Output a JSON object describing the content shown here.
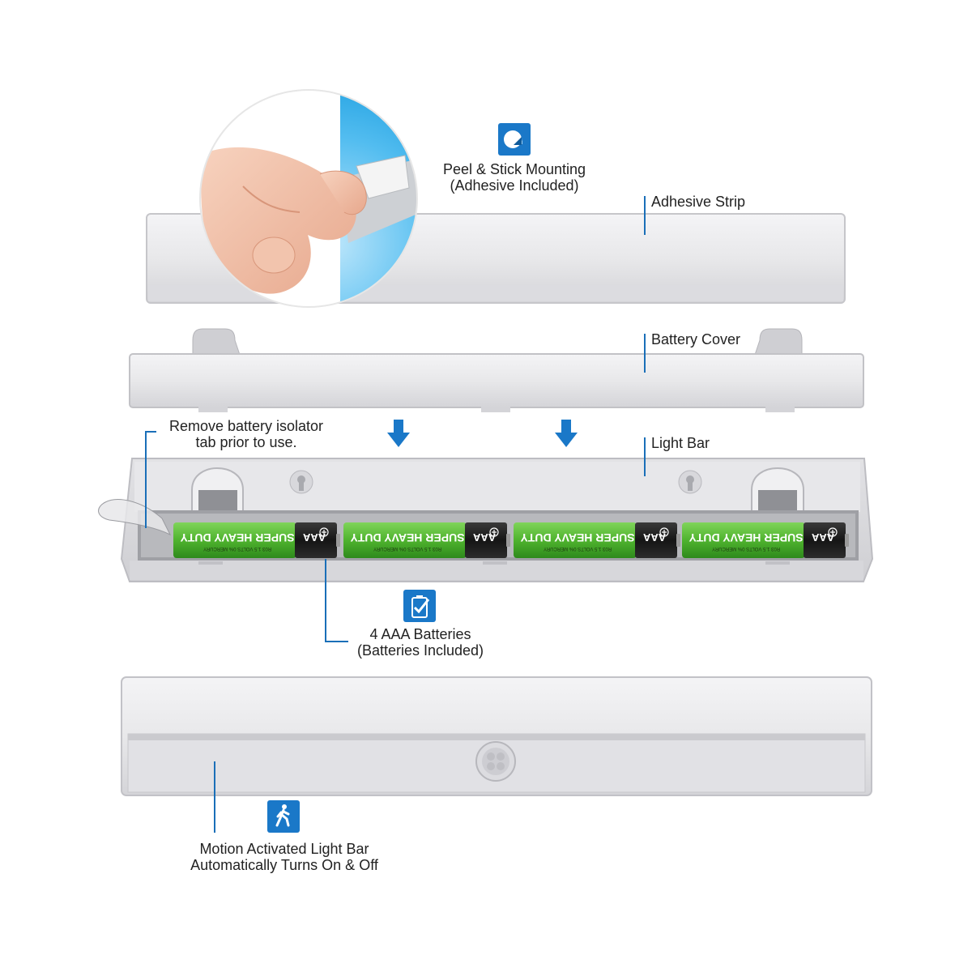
{
  "colors": {
    "accent": "#1a78c8",
    "battery_green": "#5bbf3a",
    "battery_black": "#1e1e1e",
    "housing": "#e6e6e8",
    "leader_line": "#1a6fb8"
  },
  "callouts": {
    "peel_stick": {
      "line1": "Peel & Stick Mounting",
      "line2": "(Adhesive Included)",
      "icon": "peel-sticker-icon"
    },
    "adhesive_strip": {
      "label": "Adhesive Strip"
    },
    "battery_cover": {
      "label": "Battery Cover"
    },
    "isolator_tab": {
      "line1": "Remove battery isolator",
      "line2": "tab prior to use."
    },
    "light_bar": {
      "label": "Light Bar"
    },
    "batteries": {
      "line1": "4 AAA Batteries",
      "line2": "(Batteries Included)",
      "icon": "battery-check-icon"
    },
    "motion": {
      "line1": "Motion Activated Light Bar",
      "line2": "Automatically Turns On & Off",
      "icon": "walking-person-icon"
    }
  },
  "battery_print": {
    "brand": "SUPER HEAVY DUTY",
    "size": "AAA",
    "fine_print": "R03 1.5 VOLTS 0% MERCURY",
    "count": 4
  }
}
